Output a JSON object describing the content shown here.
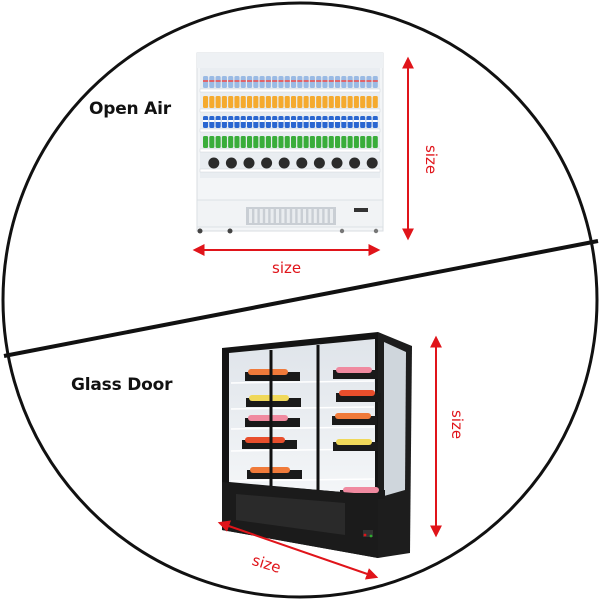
{
  "diagram": {
    "title": "Refrigerated display case types",
    "sections": [
      {
        "id": "open-air",
        "label": "Open Air",
        "width_label": "size",
        "height_label": "size",
        "shelf_product_colors": [
          "#5a8fd8",
          "#f5a623",
          "#1f5fcf",
          "#2faa2f",
          "#2b2b2b"
        ]
      },
      {
        "id": "glass-door",
        "label": "Glass Door",
        "width_label": "size",
        "height_label": "size",
        "door_count": 3,
        "tray_product_colors": [
          "#f07a3a",
          "#f0d85a",
          "#f08aa0",
          "#e84e2c"
        ]
      }
    ],
    "colors": {
      "outline": "#111111",
      "dimension": "#e0141a"
    }
  }
}
